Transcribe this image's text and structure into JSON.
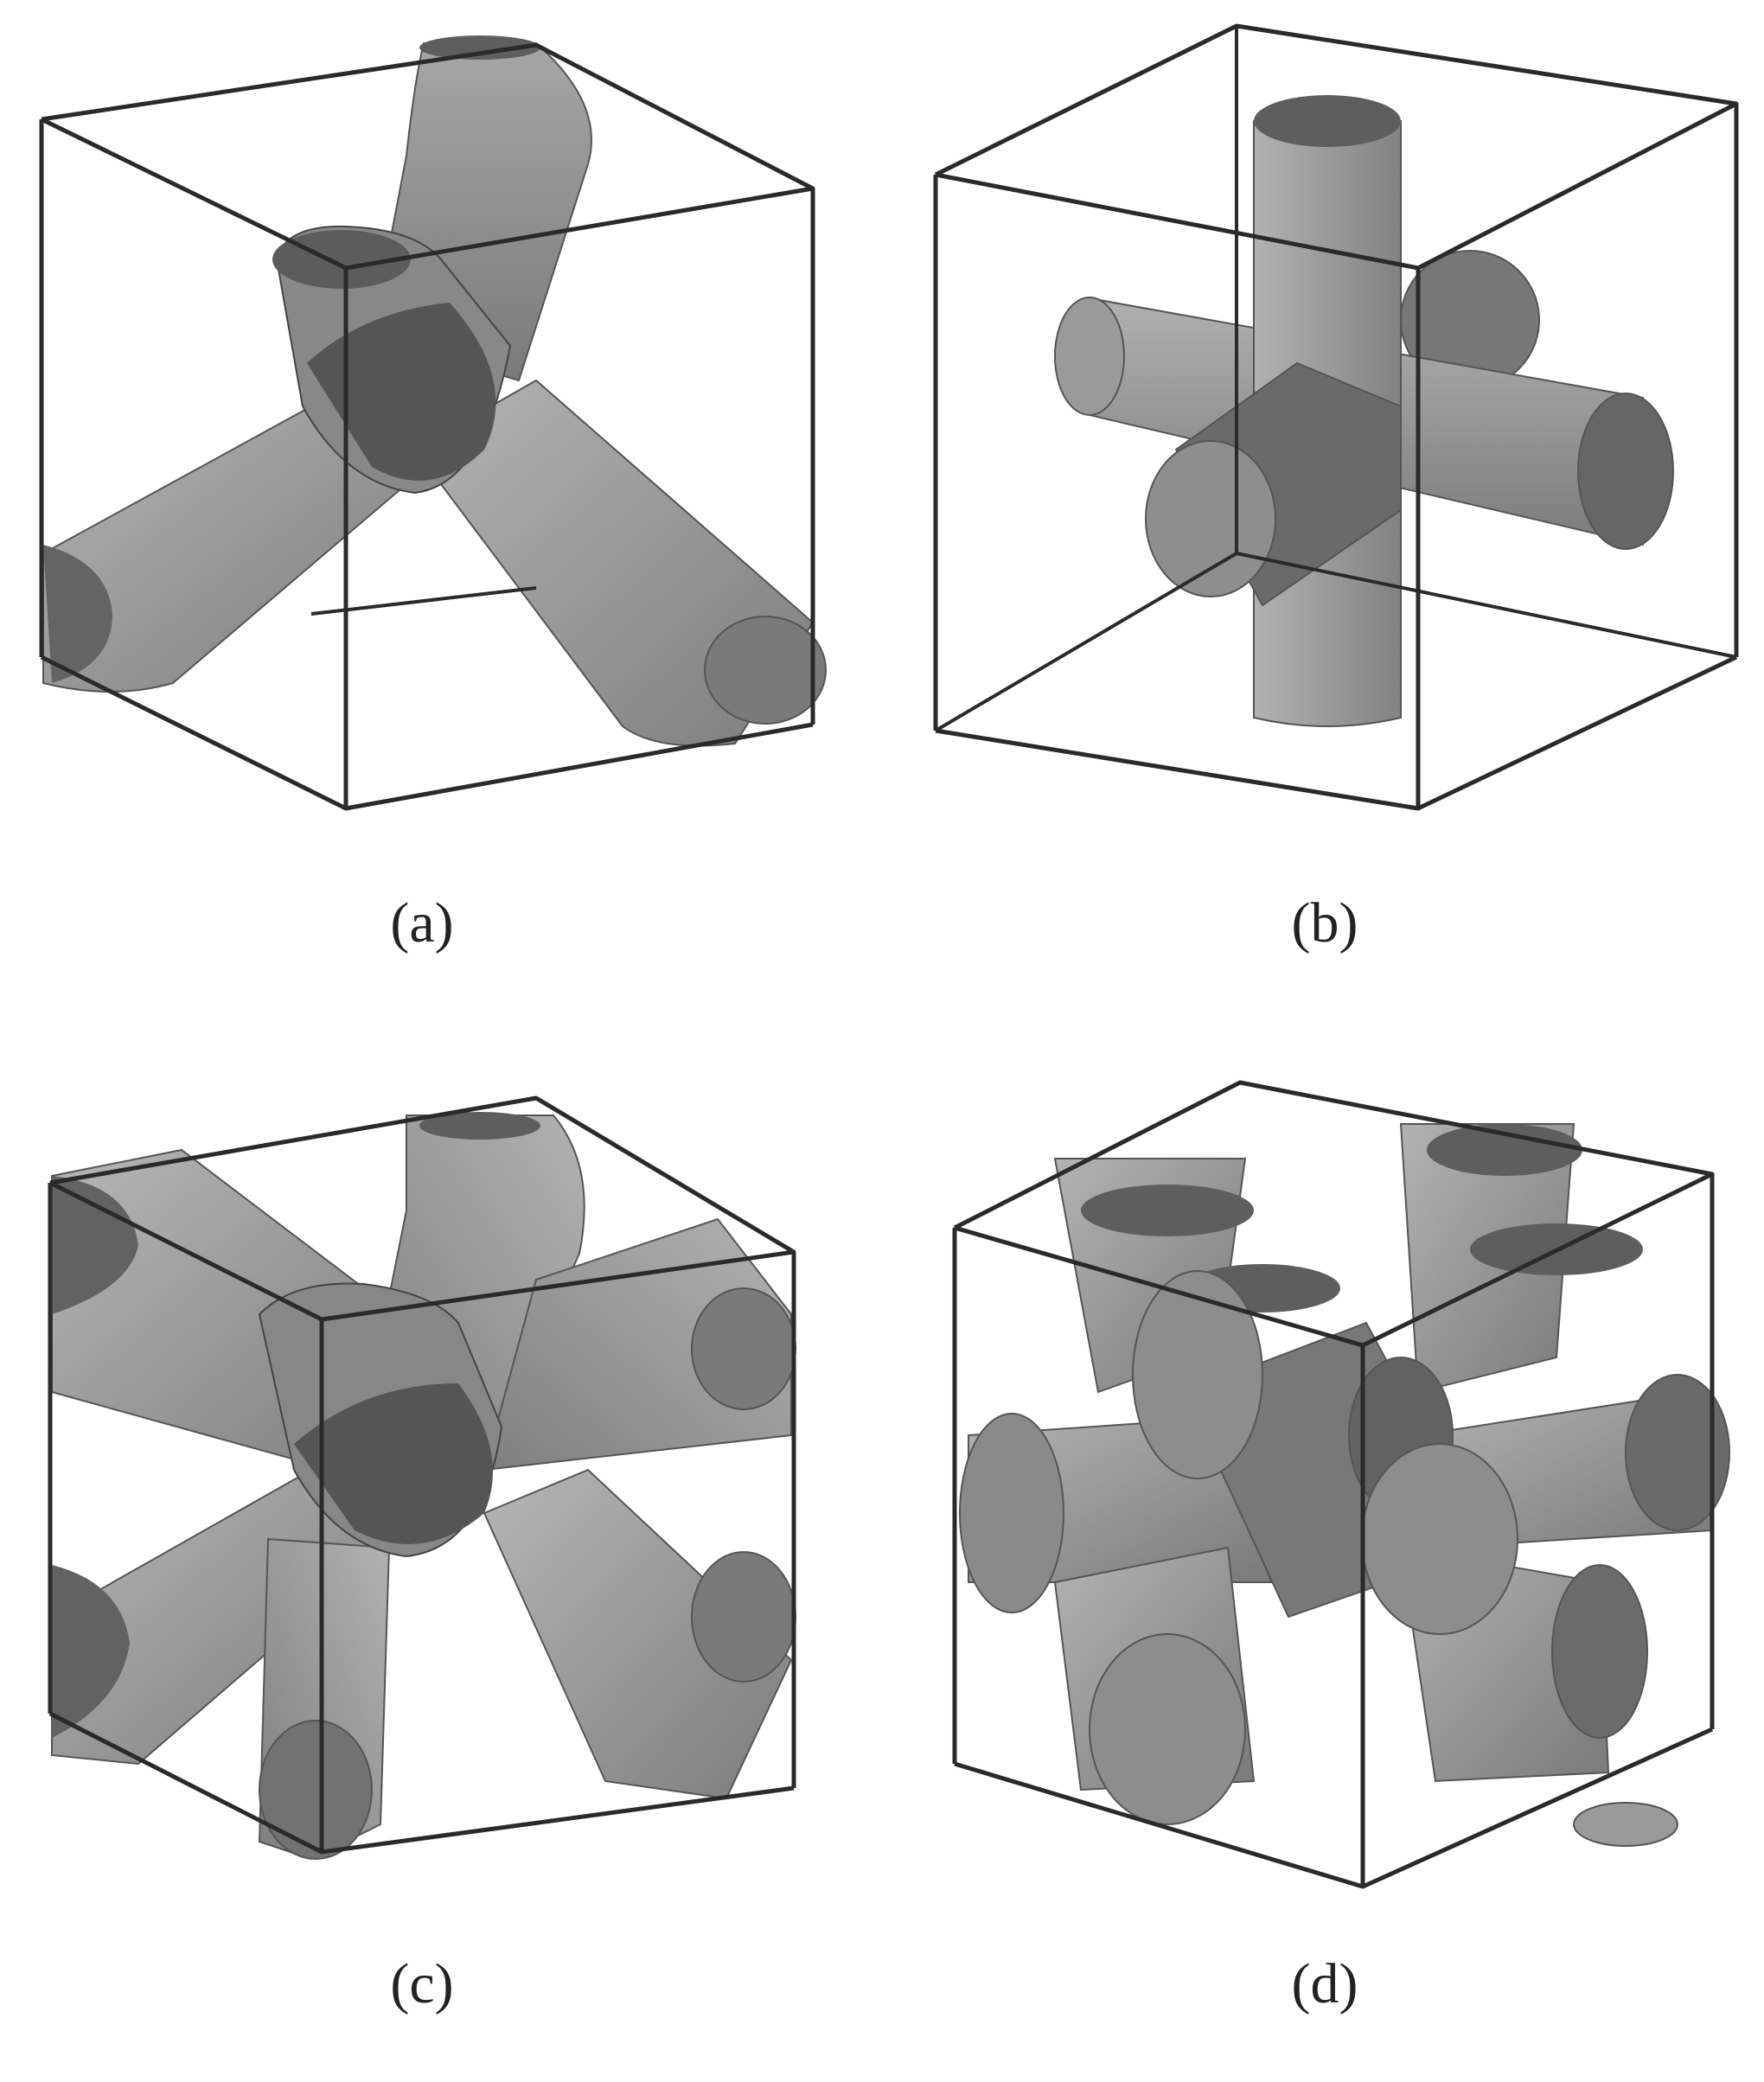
{
  "panels": [
    {
      "id": "a",
      "caption": "(a)",
      "description_icon": "tetrahedral-strut-lattice-cell"
    },
    {
      "id": "b",
      "caption": "(b)",
      "description_icon": "cubic-cross-strut-lattice-cell"
    },
    {
      "id": "c",
      "caption": "(c)",
      "description_icon": "body-centered-strut-lattice-cell"
    },
    {
      "id": "d",
      "caption": "(d)",
      "description_icon": "multi-strut-lattice-cell"
    }
  ],
  "colors": {
    "background": "#ffffff",
    "edge": "#2a2a2a",
    "strut_light": "#a9a9a9",
    "strut_mid": "#8f8f8f",
    "strut_dark": "#5e5e5e",
    "cap": "#646464"
  }
}
